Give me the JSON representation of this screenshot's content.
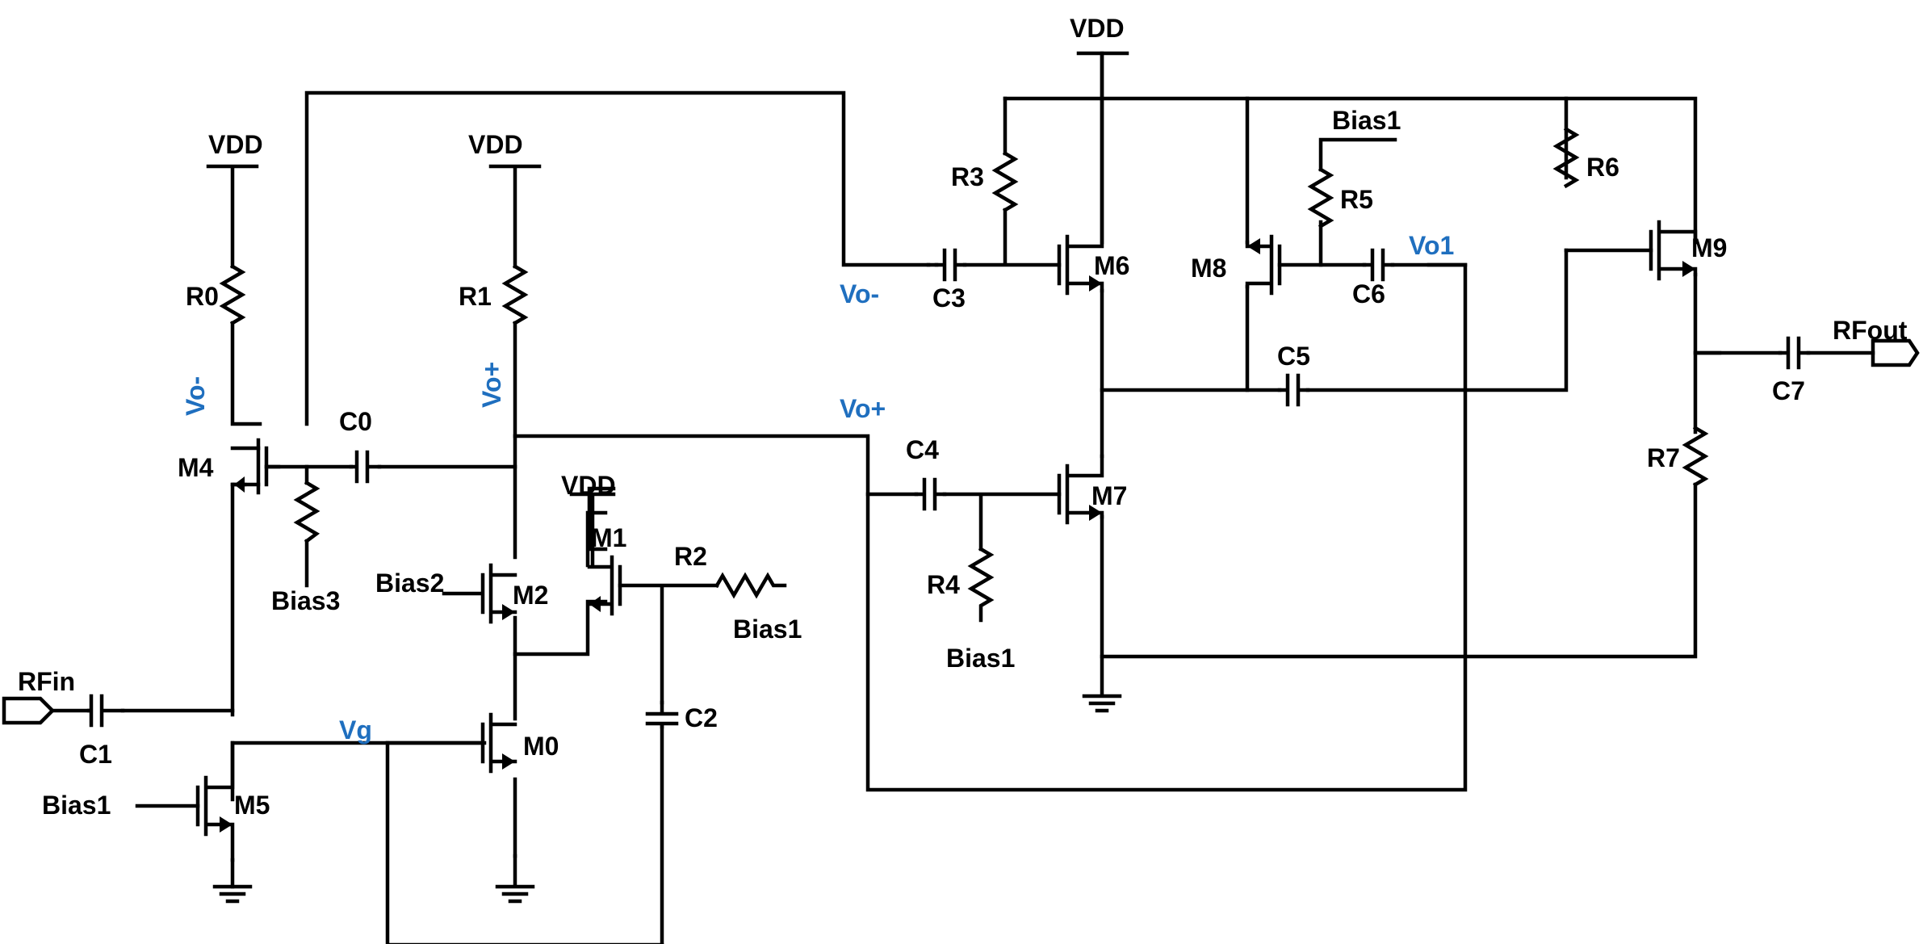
{
  "colors": {
    "wire": "#000000",
    "node_label": "#1f6fbf",
    "background": "#ffffff"
  },
  "supply_label": "VDD",
  "ports": {
    "input": "RFin",
    "output": "RFout"
  },
  "nodes": {
    "vo_minus": "Vo-",
    "vo_plus": "Vo+",
    "vg": "Vg",
    "vo1": "Vo1"
  },
  "transistors": {
    "m0": "M0",
    "m1": "M1",
    "m2": "M2",
    "m4": "M4",
    "m5": "M5",
    "m6": "M6",
    "m7": "M7",
    "m8": "M8",
    "m9": "M9"
  },
  "resistors": {
    "r0": "R0",
    "r1": "R1",
    "r2": "R2",
    "r3": "R3",
    "r4": "R4",
    "r5": "R5",
    "r6": "R6",
    "r7": "R7"
  },
  "capacitors": {
    "c0": "C0",
    "c1": "C1",
    "c2": "C2",
    "c3": "C3",
    "c4": "C4",
    "c5": "C5",
    "c6": "C6",
    "c7": "C7"
  },
  "bias": {
    "bias1": "Bias1",
    "bias2": "Bias2",
    "bias3": "Bias3"
  }
}
